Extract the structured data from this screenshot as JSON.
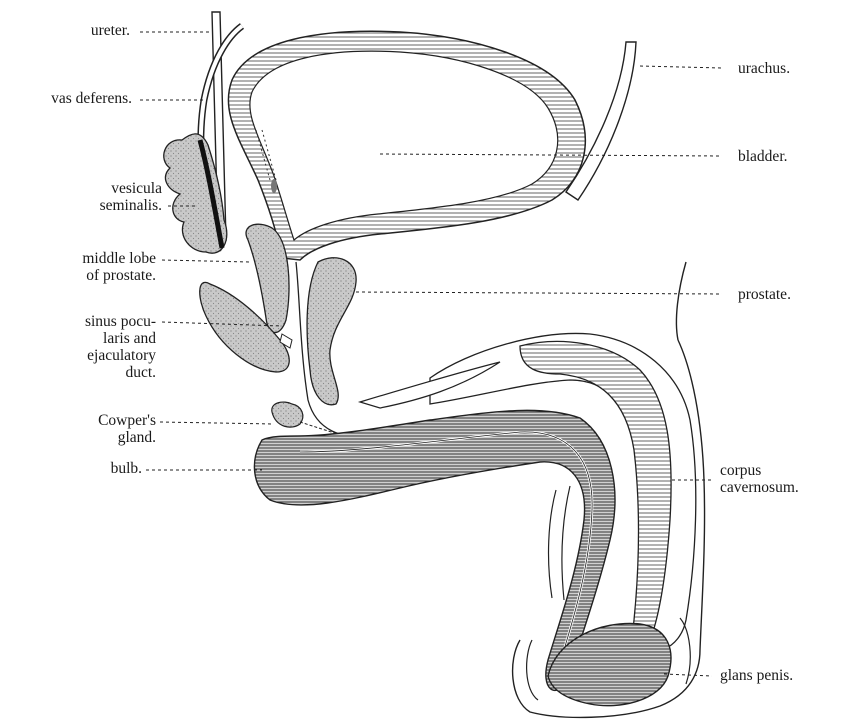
{
  "labels": {
    "ureter": "ureter.",
    "vas_deferens": "vas deferens.",
    "vesicula_seminalis": [
      "vesicula",
      "seminalis."
    ],
    "middle_lobe": [
      "middle lobe",
      "of prostate."
    ],
    "sinus_pocularis": [
      "sinus pocu-",
      "laris and",
      "ejaculatory",
      "duct."
    ],
    "cowpers_gland": [
      "Cowper's",
      "gland."
    ],
    "bulb": "bulb.",
    "urachus": "urachus.",
    "bladder": "bladder.",
    "prostate": "prostate.",
    "corpus_cavernosum": [
      "corpus",
      "cavernosum."
    ],
    "glans_penis": "glans penis."
  }
}
